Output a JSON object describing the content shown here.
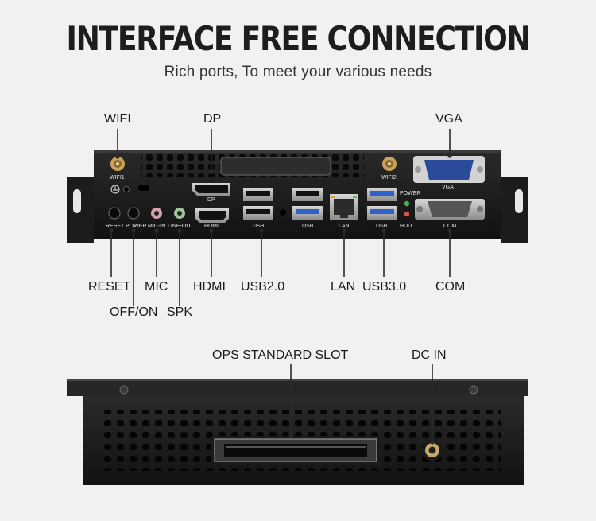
{
  "headline": "INTERFACE FREE CONNECTION",
  "subline": "Rich ports, To meet your various needs",
  "callouts": {
    "wifi": "WIFI",
    "dp": "DP",
    "vga": "VGA",
    "reset": "RESET",
    "mic": "MIC",
    "hdmi": "HDMI",
    "usb2": "USB2.0",
    "lan": "LAN",
    "usb3": "USB3.0",
    "com": "COM",
    "off_on": "OFF/ON",
    "spk": "SPK",
    "ops_slot": "OPS STANDARD SLOT",
    "dc_in": "DC IN"
  },
  "panel_labels": {
    "wifi1": "WIFI1",
    "wifi2": "WIFI2",
    "dp": "DP",
    "vga": "VGA",
    "reset": "RESET",
    "power": "POWER",
    "mic_in": "MIC-IN",
    "line_out": "LINE-OUT",
    "hdmi": "HDMI",
    "usb_a": "USB",
    "usb_b": "USB",
    "lan": "LAN",
    "usb_c": "USB",
    "power_led": "POWER",
    "hdd_led": "HDD",
    "com": "COM"
  },
  "colors": {
    "background": "#f1f1f1",
    "chassis": "#1b1b1b",
    "port_metal": "#b9b9b9",
    "usb3_blue": "#2f62c9",
    "vga_blue": "#2a4b9a",
    "mic_pink": "#d8a0a8",
    "line_out_green": "#9dc49a",
    "leader_line": "#2a2a2a"
  }
}
